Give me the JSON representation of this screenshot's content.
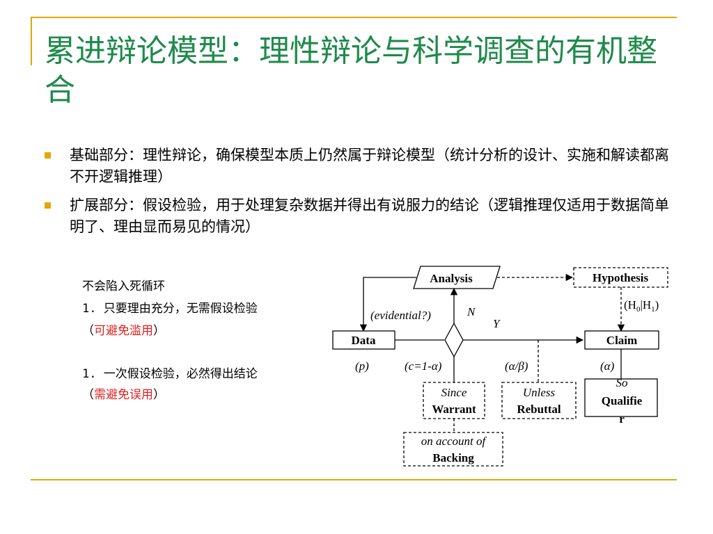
{
  "title": "累进辩论模型：理性辩论与科学调查的有机整合",
  "bullets": [
    "基础部分：理性辩论，确保模型本质上仍然属于辩论模型（统计分析的设计、实施和解读都离不开逻辑推理）",
    "扩展部分：假设检验，用于处理复杂数据并得出有说服力的结论（逻辑推理仅适用于数据简单明了、理由显而易见的情况）"
  ],
  "notes": {
    "heading": "不会陷入死循环",
    "item1_prefix": "1. ",
    "item1_text": "只要理由充分，无需假设检验",
    "item1_open": "（",
    "item1_red": "可避免滥用",
    "item1_close": "）",
    "item2_prefix": "1. ",
    "item2_text": "一次假设检验，必然得出结论",
    "item2_open": "（",
    "item2_red": "需避免误用",
    "item2_close": "）"
  },
  "diagram": {
    "analysis": "Analysis",
    "hypothesis": "Hypothesis",
    "data": "Data",
    "claim": "Claim",
    "evidential": "(evidential?)",
    "n": "N",
    "y": "Y",
    "h0": "H",
    "h0_sub": "0",
    "h0_sep": "|H",
    "h1_sub": "1",
    "h_open": "(",
    "h_close": ")",
    "p": "(p)",
    "c": "(c=1-α)",
    "alpha_beta": "(α/β)",
    "alpha": "(α)",
    "since": "Since",
    "warrant": "Warrant",
    "unless": "Unless",
    "rebuttal": "Rebuttal",
    "so": "So",
    "qualifier_a": "Qualifie",
    "qualifier_b": "r",
    "on_account": "on account of",
    "backing": "Backing"
  },
  "colors": {
    "title": "#1f8a4c",
    "rule": "#e0a800",
    "highlight": "#e02020"
  }
}
